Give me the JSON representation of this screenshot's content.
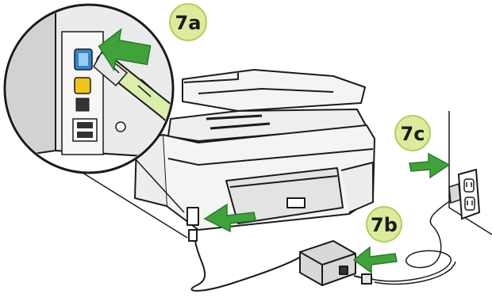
{
  "steps": {
    "a": "7a",
    "b": "7b",
    "c": "7c"
  },
  "colors": {
    "badge_fill": "#dcec9c",
    "badge_stroke": "#b4cf5a",
    "arrow_green": "#3fa33a",
    "arrow_dark": "#2b7a2b",
    "line": "#1b1b1b",
    "printer_gray": "#e6e6e6",
    "port_blue": "#2f86c8",
    "port_yellow": "#f0c419",
    "cable_light": "#d9efaa"
  },
  "icons": [
    "printer-illustration",
    "zoom-callout",
    "power-adapter",
    "wall-outlet",
    "arrow-icon"
  ]
}
